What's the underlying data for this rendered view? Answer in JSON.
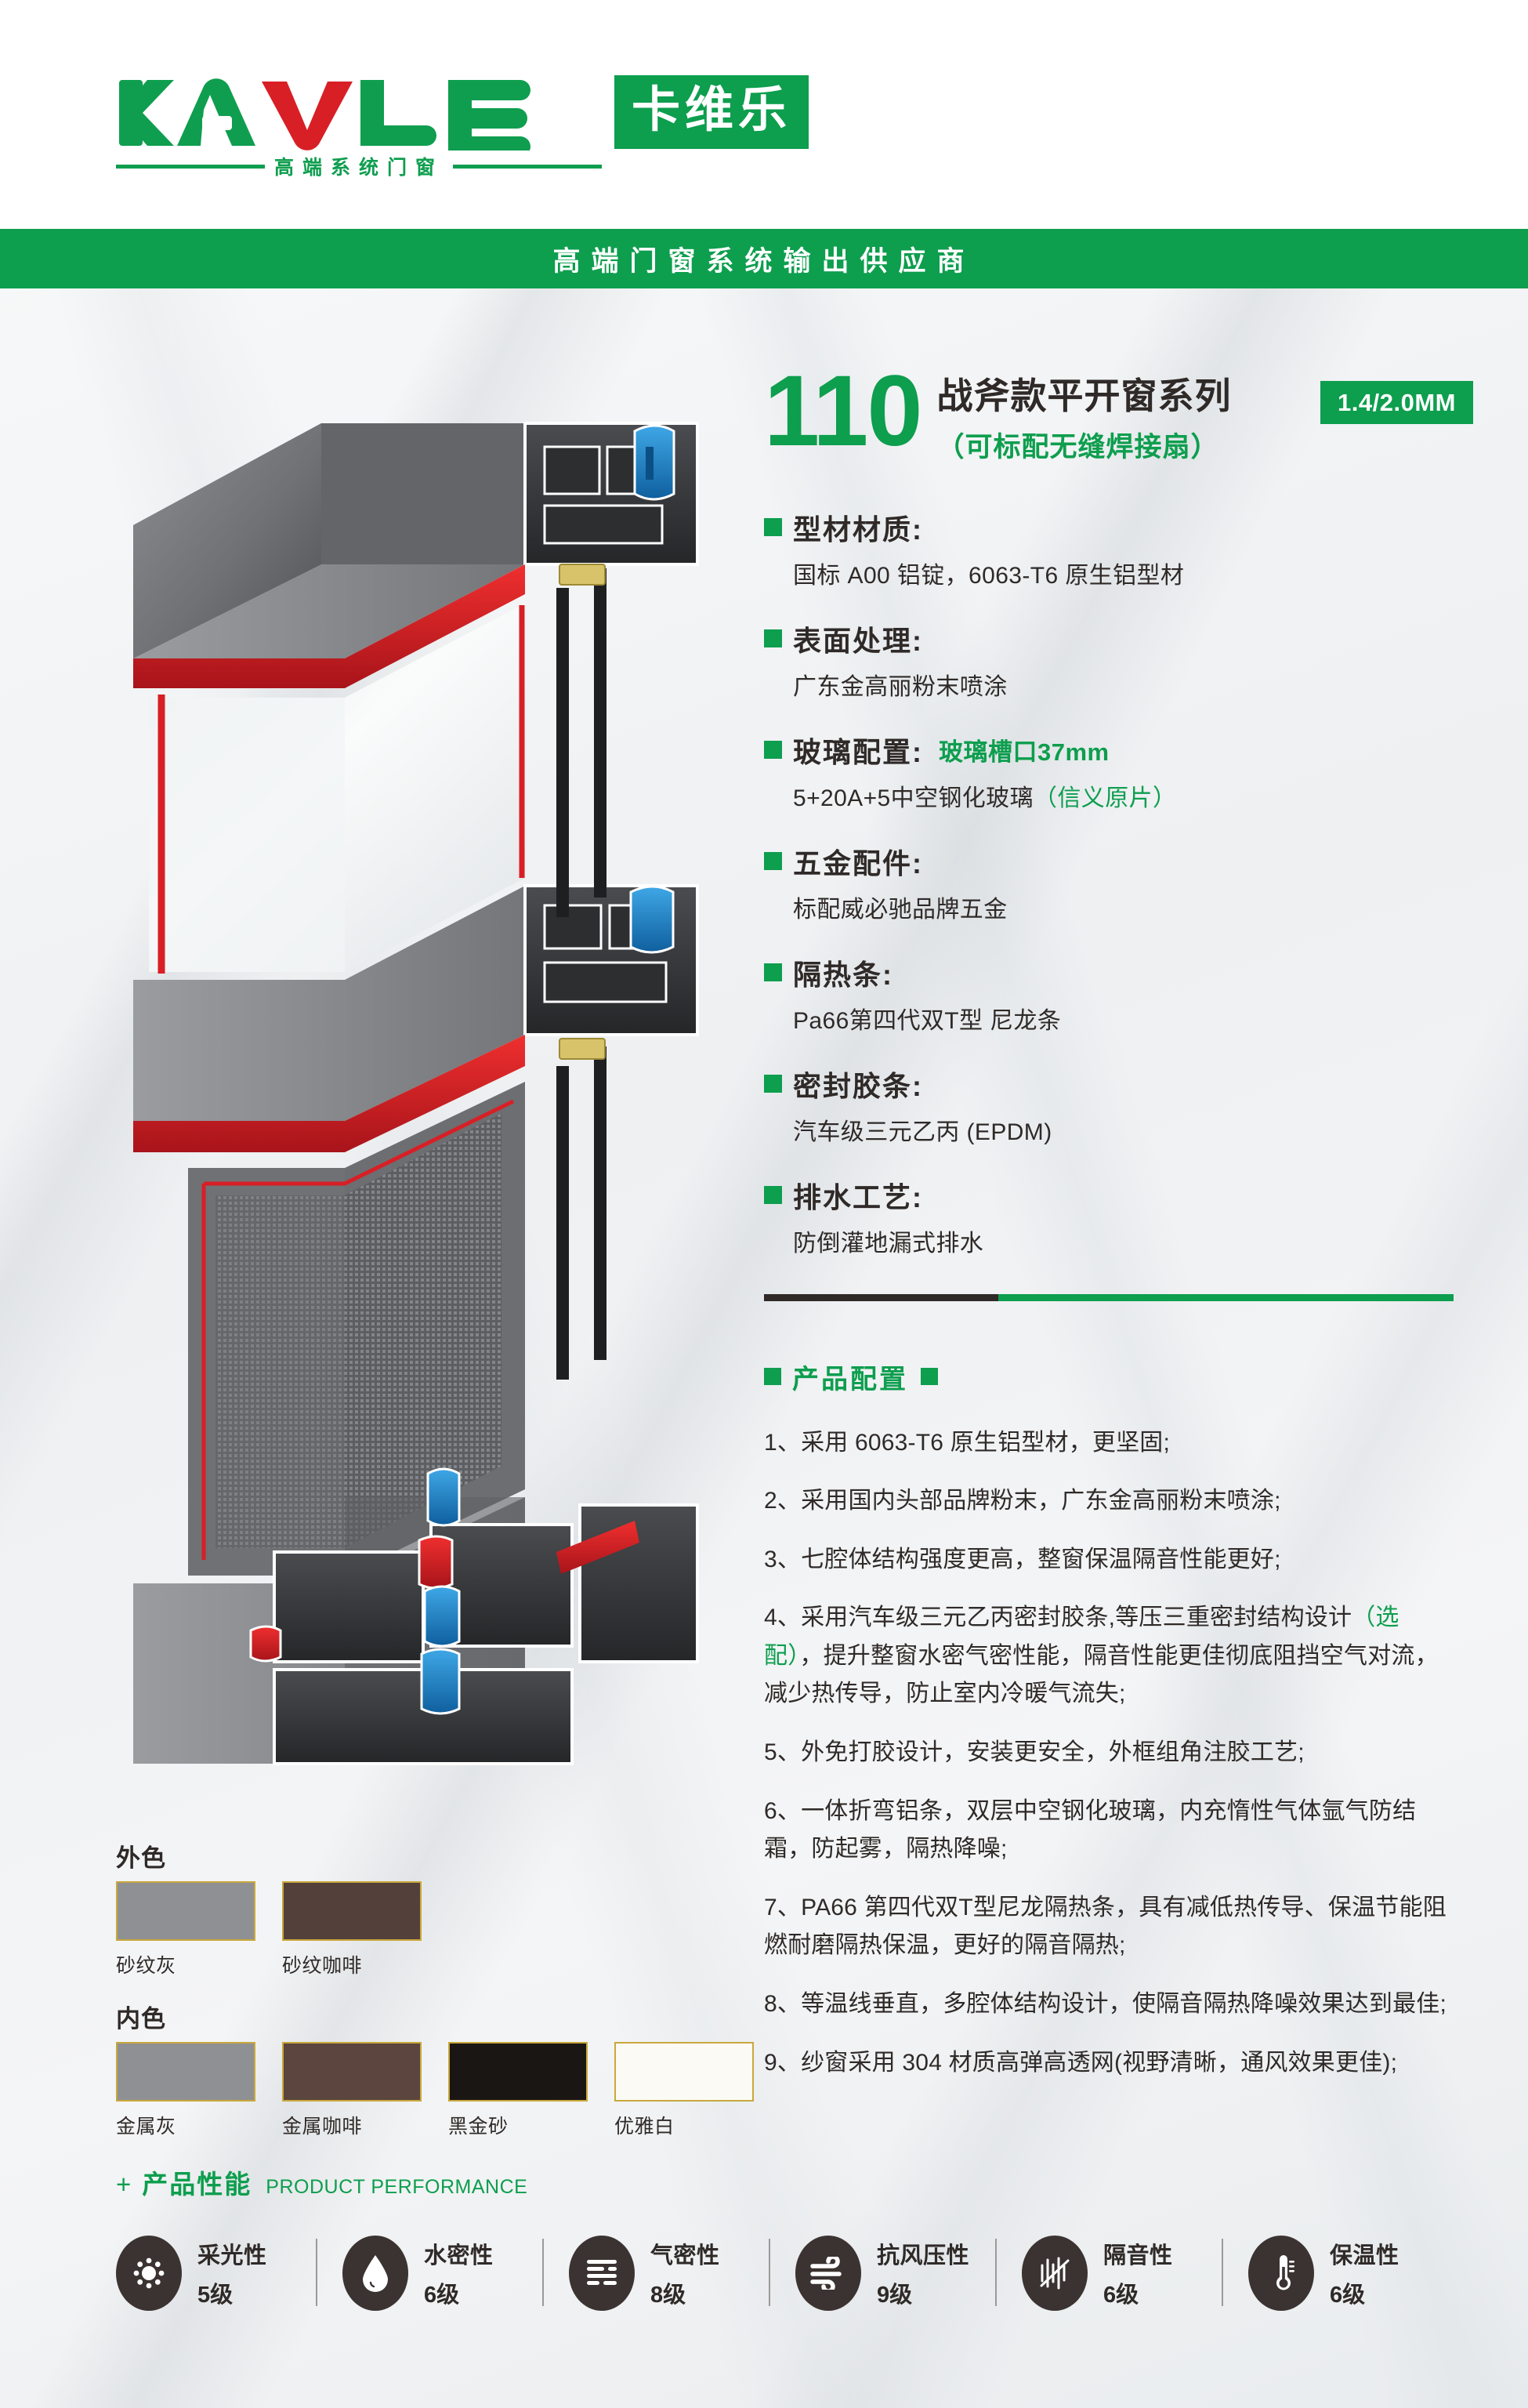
{
  "brand": {
    "logo_text": "KAVLE",
    "logo_tagline": "高端系统门窗",
    "logo_badge": "卡维乐"
  },
  "banner": {
    "text": "高端门窗系统输出供应商"
  },
  "product": {
    "number": "110",
    "name": "战斧款平开窗系列",
    "subtitle": "（可标配无缝焊接扇）",
    "thickness_badge": "1.4/2.0MM"
  },
  "specs": [
    {
      "label": "型材材质:",
      "value": "国标 A00 铝锭，6063-T6 原生铝型材",
      "inline_green": ""
    },
    {
      "label": "表面处理:",
      "value": "广东金高丽粉末喷涂",
      "inline_green": ""
    },
    {
      "label": "玻璃配置:",
      "value": "5+20A+5中空钢化玻璃（信义原片）",
      "inline_green": "玻璃槽口37mm"
    },
    {
      "label": "五金配件:",
      "value": "标配威必驰品牌五金",
      "inline_green": ""
    },
    {
      "label": "隔热条:",
      "value": "Pa66第四代双T型 尼龙条",
      "inline_green": ""
    },
    {
      "label": "密封胶条:",
      "value": "汽车级三元乙丙 (EPDM)",
      "inline_green": ""
    },
    {
      "label": "排水工艺:",
      "value": "防倒灌地漏式排水",
      "inline_green": ""
    }
  ],
  "configuration": {
    "title": "产品配置",
    "items": [
      "1、采用 6063-T6 原生铝型材，更坚固;",
      "2、采用国内头部品牌粉末，广东金高丽粉末喷涂;",
      "3、七腔体结构强度更高，整窗保温隔音性能更好;",
      "4、采用汽车级三元乙丙密封胶条,等压三重密封结构设计（选配），提升整窗水密气密性能，隔音性能更佳彻底阻挡空气对流，减少热传导，防止室内冷暖气流失;",
      "5、外免打胶设计，安装更安全，外框组角注胶工艺;",
      "6、一体折弯铝条，双层中空钢化玻璃，内充惰性气体氩气防结霜，防起雾，隔热降噪;",
      "7、PA66 第四代双T型尼龙隔热条，具有减低热传导、保温节能阻燃耐磨隔热保温，更好的隔音隔热;",
      "8、等温线垂直，多腔体结构设计，使隔音隔热降噪效果达到最佳;",
      "9、纱窗采用 304 材质高弹高透网(视野清晰，通风效果更佳);"
    ]
  },
  "colors": {
    "outer_label": "外色",
    "inner_label": "内色",
    "outer": [
      {
        "name": "砂纹灰",
        "hex": "#8f9093"
      },
      {
        "name": "砂纹咖啡",
        "hex": "#54403a"
      }
    ],
    "inner": [
      {
        "name": "金属灰",
        "hex": "#8f9093"
      },
      {
        "name": "金属咖啡",
        "hex": "#5b453e"
      },
      {
        "name": "黑金砂",
        "hex": "#1a1614"
      },
      {
        "name": "优雅白",
        "hex": "#fbfaf5"
      }
    ]
  },
  "performance": {
    "plus": "+",
    "title_cn": "产品性能",
    "title_en": "PRODUCT PERFORMANCE",
    "metrics": [
      {
        "name": "采光性",
        "grade": "5级",
        "icon": "sun-icon"
      },
      {
        "name": "水密性",
        "grade": "6级",
        "icon": "water-drop-icon"
      },
      {
        "name": "气密性",
        "grade": "8级",
        "icon": "air-layers-icon"
      },
      {
        "name": "抗风压性",
        "grade": "9级",
        "icon": "wind-icon"
      },
      {
        "name": "隔音性",
        "grade": "6级",
        "icon": "sound-wave-icon"
      },
      {
        "name": "保温性",
        "grade": "6级",
        "icon": "thermometer-icon"
      }
    ]
  },
  "theme": {
    "green": "#0d9e4e",
    "dark": "#2f2a28",
    "red": "#d81f26",
    "gold": "#c9a83c"
  }
}
